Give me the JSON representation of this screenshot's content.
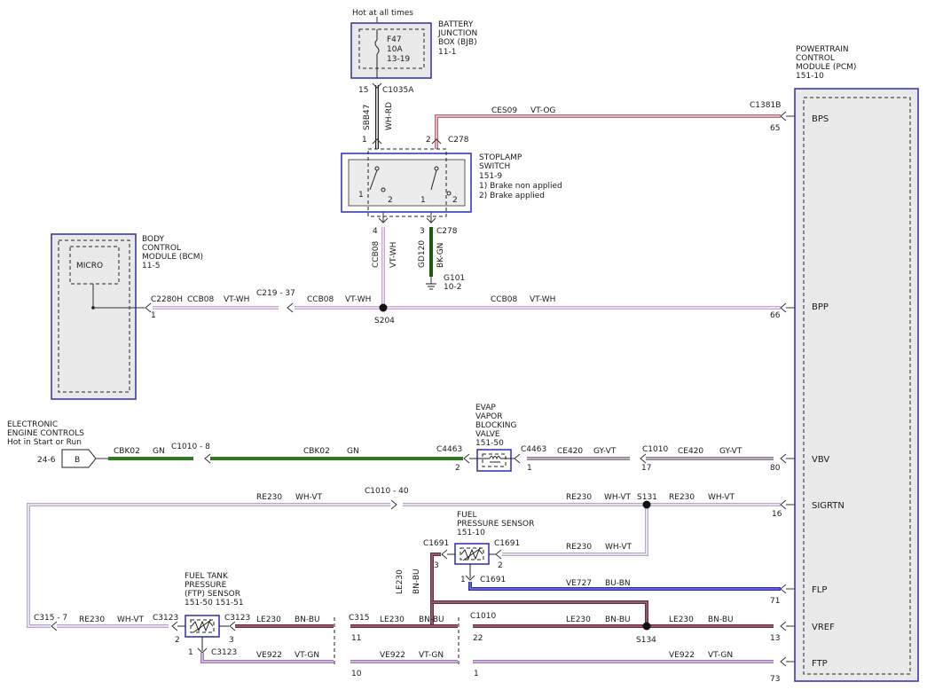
{
  "colors": {
    "violet_white": "#c9a6d6",
    "violet_white_core": "#f4ecf7",
    "white_violet": "#d8c7e6",
    "green": "#2f7a1f",
    "gray_violet": "#8e7a92",
    "brown_blue": "#6b2a3c",
    "blue_brown": "#2c2ca8",
    "violet_green": "#a07ab0",
    "white_red": "#333333",
    "violet_orange": "#c77a86",
    "black_green": "#1e5a12",
    "dot": "#111111",
    "box_border": "#3a3ab0"
  },
  "labels": {
    "hot_at_all_times": "Hot at all times",
    "bjb": [
      "BATTERY",
      "JUNCTION",
      "BOX (BJB)",
      "11-1"
    ],
    "fuse": [
      "F47",
      "10A",
      "13-19"
    ],
    "pin15": "15",
    "c1035a": "C1035A",
    "sbb47": "SBB47",
    "wh_rd": "WH-RD",
    "pin1_top": "1",
    "pin2_top": "2",
    "c278_top": "C278",
    "ces09": "CES09",
    "vt_og": "VT-OG",
    "c1381b": "C1381B",
    "pin65": "65",
    "pcm": [
      "POWERTRAIN",
      "CONTROL",
      "MODULE (PCM)",
      "151-10"
    ],
    "bps": "BPS",
    "stoplamp": [
      "STOPLAMP",
      "SWITCH",
      "151-9",
      "1) Brake non applied",
      "2) Brake applied"
    ],
    "sw1_a": "1",
    "sw1_b": "2",
    "sw2_a": "1",
    "sw2_b": "2",
    "pin4": "4",
    "pin3": "3",
    "c278_low": "C278",
    "ccb08_v": "CCB08",
    "vt_wh_v": "VT-WH",
    "gd120": "GD120",
    "bk_gn": "BK-GN",
    "g101": "G101",
    "g101_ref": "10-2",
    "bcm": [
      "BODY",
      "CONTROL",
      "MODULE (BCM)",
      "11-5"
    ],
    "micro": "MICRO",
    "c2280h": "C2280H",
    "pin1_bcm": "1",
    "ccb08_a": "CCB08",
    "vt_wh_a": "VT-WH",
    "c219": "C219 - 37",
    "ccb08_b": "CCB08",
    "vt_wh_b": "VT-WH",
    "s204": "S204",
    "ccb08_c": "CCB08",
    "vt_wh_c": "VT-WH",
    "pin66": "66",
    "bpp": "BPP",
    "eec": [
      "ELECTRONIC",
      "ENGINE CONTROLS",
      "Hot in Start or Run"
    ],
    "ref_24_6": "24-6",
    "b_conn": "B",
    "cbk02_a": "CBK02",
    "gn_a": "GN",
    "c1010_8": "C1010 - 8",
    "cbk02_b": "CBK02",
    "gn_b": "GN",
    "c4463_a": "C4463",
    "pin2_evap": "2",
    "evap": [
      "EVAP",
      "VAPOR",
      "BLOCKING",
      "VALVE",
      "151-50"
    ],
    "c4463_b": "C4463",
    "pin1_evap": "1",
    "ce420_a": "CE420",
    "gy_vt_a": "GY-VT",
    "c1010_17": "C1010",
    "pin17": "17",
    "ce420_b": "CE420",
    "gy_vt_b": "GY-VT",
    "pin80": "80",
    "vbv": "VBV",
    "re230_a": "RE230",
    "wh_vt_a": "WH-VT",
    "c1010_40": "C1010 - 40",
    "re230_b": "RE230",
    "wh_vt_b": "WH-VT",
    "s131": "S131",
    "re230_c": "RE230",
    "wh_vt_c": "WH-VT",
    "pin16": "16",
    "sigrtn": "SIGRTN",
    "fps": [
      "FUEL",
      "PRESSURE SENSOR",
      "151-10"
    ],
    "c1691_a": "C1691",
    "c1691_b": "C1691",
    "pin3_fps": "3",
    "pin2_fps": "2",
    "re230_d": "RE230",
    "wh_vt_d": "WH-VT",
    "pin1_fps": "1",
    "c1691_c": "C1691",
    "le230_v": "LE230",
    "bn_bu_v": "BN-BU",
    "ve727": "VE727",
    "bu_bn": "BU-BN",
    "pin71": "71",
    "flp": "FLP",
    "ftp_sensor": [
      "FUEL TANK",
      "PRESSURE",
      "(FTP) SENSOR",
      "151-50  151-51"
    ],
    "c315_7": "C315 - 7",
    "re230_e": "RE230",
    "wh_vt_e": "WH-VT",
    "c3123_a": "C3123",
    "c3123_b": "C3123",
    "pin2_ftp": "2",
    "pin3_ftp": "3",
    "le230_a": "LE230",
    "bn_bu_a": "BN-BU",
    "c315": "C315",
    "pin11": "11",
    "le230_b": "LE230",
    "bn_bu_b": "BN-BU",
    "c1010_22": "C1010",
    "pin22": "22",
    "le230_c": "LE230",
    "bn_bu_c": "BN-BU",
    "s134": "S134",
    "le230_d": "LE230",
    "bn_bu_d": "BN-BU",
    "pin13": "13",
    "vref": "VREF",
    "pin1_ftp": "1",
    "c3123_c": "C3123",
    "ve922_a": "VE922",
    "vt_gn_a": "VT-GN",
    "pin10": "10",
    "ve922_b": "VE922",
    "vt_gn_b": "VT-GN",
    "pin1_ve922": "1",
    "ve922_c": "VE922",
    "vt_gn_c": "VT-GN",
    "pin73": "73",
    "ftp": "FTP"
  }
}
